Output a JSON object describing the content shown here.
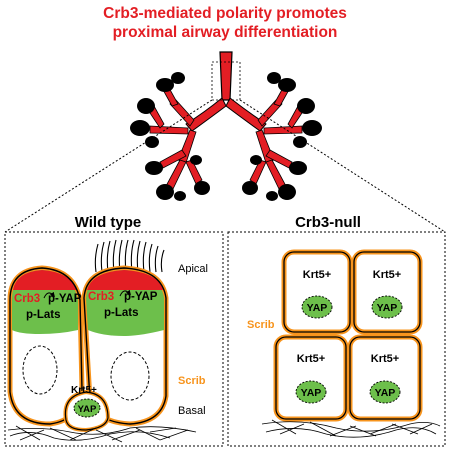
{
  "title": {
    "line1": "Crb3-mediated polarity promotes",
    "line2": "proximal airway differentiation"
  },
  "colors": {
    "title_red": "#e31e24",
    "cell_outline": "#f7941d",
    "apical_red": "#e31e24",
    "apical_green": "#6dbf4b",
    "nucleus_green": "#6dbf4b",
    "lung": "#e31e24",
    "alveoli": "#000000"
  },
  "panels": {
    "wild_type": {
      "heading": "Wild type",
      "apical": "Apical",
      "basal": "Basal",
      "scrib": "Scrib",
      "cell_left": {
        "crb3": "Crb3",
        "pyap": "p-YAP",
        "plats": "p-Lats"
      },
      "cell_right": {
        "crb3": "Crb3",
        "pyap": "p-YAP",
        "plats": "p-Lats"
      },
      "basal_cell": {
        "marker": "Krt5+",
        "nucleus": "YAP"
      }
    },
    "crb3_null": {
      "heading": "Crb3-null",
      "scrib": "Scrib",
      "cells": [
        {
          "marker": "Krt5+",
          "nucleus": "YAP"
        },
        {
          "marker": "Krt5+",
          "nucleus": "YAP"
        },
        {
          "marker": "Krt5+",
          "nucleus": "YAP"
        },
        {
          "marker": "Krt5+",
          "nucleus": "YAP"
        }
      ]
    }
  }
}
